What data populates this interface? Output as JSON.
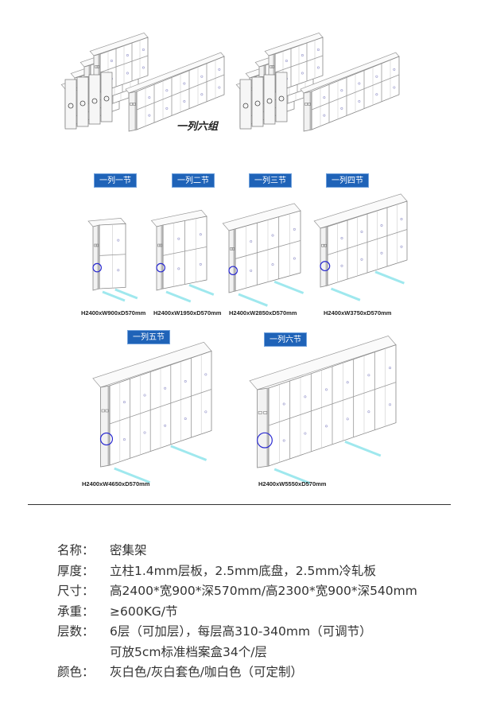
{
  "top_group": {
    "label": "一列六组"
  },
  "configs": [
    {
      "label": "一列一节",
      "dims": "H2400xW900xD570mm",
      "sections": 1
    },
    {
      "label": "一列二节",
      "dims": "H2400xW1950xD570mm",
      "sections": 2
    },
    {
      "label": "一列三节",
      "dims": "H2400xW2850xD570mm",
      "sections": 3
    },
    {
      "label": "一列四节",
      "dims": "H2400xW3750xD570mm",
      "sections": 4
    },
    {
      "label": "一列五节",
      "dims": "H2400xW4650xD570mm",
      "sections": 5
    },
    {
      "label": "一列六节",
      "dims": "H2400xW5550xD570mm",
      "sections": 6
    }
  ],
  "specs": [
    {
      "key": "名称：",
      "value": "密集架"
    },
    {
      "key": "厚度：",
      "value": "立柱1.4mm层板，2.5mm底盘，2.5mm冷轧板"
    },
    {
      "key": "尺寸：",
      "value": "高2400*宽900*深570mm/高2300*宽900*深540mm"
    },
    {
      "key": "承重：",
      "value": "≥600KG/节"
    },
    {
      "key": "层数：",
      "value": "6层（可加层），每层高310-340mm（可调节）"
    },
    {
      "key": "",
      "value": "可放5cm标准档案盒34个/层"
    },
    {
      "key": "颜色：",
      "value": "灰白色/灰白套色/咖白色（可定制）"
    }
  ],
  "colors": {
    "tag": "#1f63b8",
    "rail": "#9fe8ee",
    "handle": "#2a2ad0"
  }
}
